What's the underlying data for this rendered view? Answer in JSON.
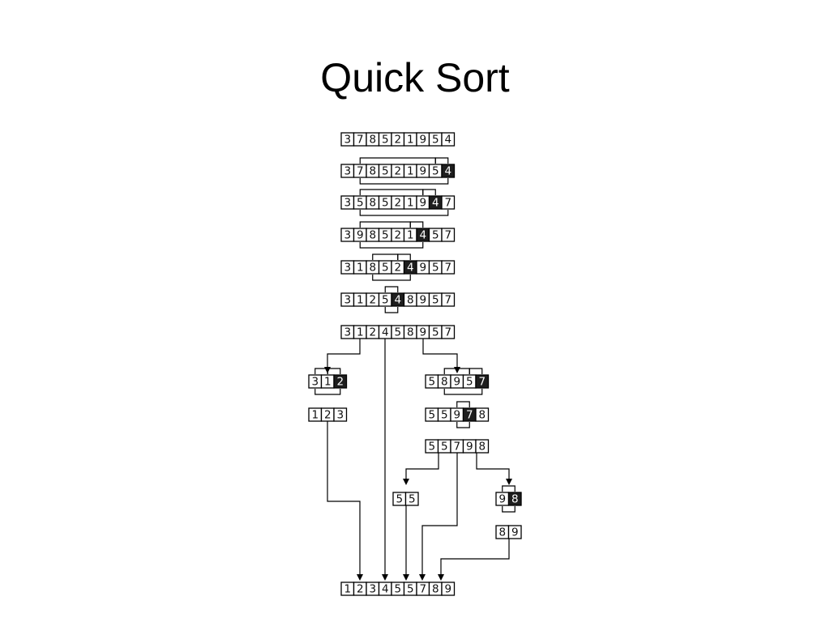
{
  "slide": {
    "title": "Quick Sort"
  },
  "quicksort": {
    "rows": [
      {
        "id": "r0",
        "label": "initial-array",
        "cells": [
          "3",
          "7",
          "8",
          "5",
          "2",
          "1",
          "9",
          "5",
          "4"
        ],
        "pivot": null
      },
      {
        "id": "r1",
        "label": "step-1",
        "cells": [
          "3",
          "7",
          "8",
          "5",
          "2",
          "1",
          "9",
          "5",
          "4"
        ],
        "pivot": 8
      },
      {
        "id": "r2",
        "label": "step-2",
        "cells": [
          "3",
          "5",
          "8",
          "5",
          "2",
          "1",
          "9",
          "4",
          "7"
        ],
        "pivot": 7
      },
      {
        "id": "r3",
        "label": "step-3",
        "cells": [
          "3",
          "9",
          "8",
          "5",
          "2",
          "1",
          "4",
          "5",
          "7"
        ],
        "pivot": 6
      },
      {
        "id": "r4",
        "label": "step-4",
        "cells": [
          "3",
          "1",
          "8",
          "5",
          "2",
          "4",
          "9",
          "5",
          "7"
        ],
        "pivot": 5
      },
      {
        "id": "r5",
        "label": "step-5",
        "cells": [
          "3",
          "1",
          "2",
          "5",
          "4",
          "8",
          "9",
          "5",
          "7"
        ],
        "pivot": 4
      },
      {
        "id": "r6",
        "label": "partitioned",
        "cells": [
          "3",
          "1",
          "2",
          "4",
          "5",
          "8",
          "9",
          "5",
          "7"
        ],
        "pivot": null
      },
      {
        "id": "r7",
        "label": "left-sub-step",
        "cells": [
          "3",
          "1",
          "2"
        ],
        "pivot": 2
      },
      {
        "id": "r8",
        "label": "left-sorted",
        "cells": [
          "1",
          "2",
          "3"
        ],
        "pivot": null
      },
      {
        "id": "r9",
        "label": "right-sub-step-1",
        "cells": [
          "5",
          "8",
          "9",
          "5",
          "7"
        ],
        "pivot": 4
      },
      {
        "id": "r10",
        "label": "right-sub-step-2",
        "cells": [
          "5",
          "5",
          "9",
          "7",
          "8"
        ],
        "pivot": 3
      },
      {
        "id": "r11",
        "label": "right-partitioned",
        "cells": [
          "5",
          "5",
          "7",
          "9",
          "8"
        ],
        "pivot": null
      },
      {
        "id": "r12",
        "label": "right-left-sorted",
        "cells": [
          "5",
          "5"
        ],
        "pivot": null
      },
      {
        "id": "r13",
        "label": "right-right-step",
        "cells": [
          "9",
          "8"
        ],
        "pivot": 1
      },
      {
        "id": "r14",
        "label": "right-right-sorted",
        "cells": [
          "8",
          "9"
        ],
        "pivot": null
      },
      {
        "id": "r15",
        "label": "final-sorted",
        "cells": [
          "1",
          "2",
          "3",
          "4",
          "5",
          "5",
          "7",
          "8",
          "9"
        ],
        "pivot": null
      }
    ]
  }
}
